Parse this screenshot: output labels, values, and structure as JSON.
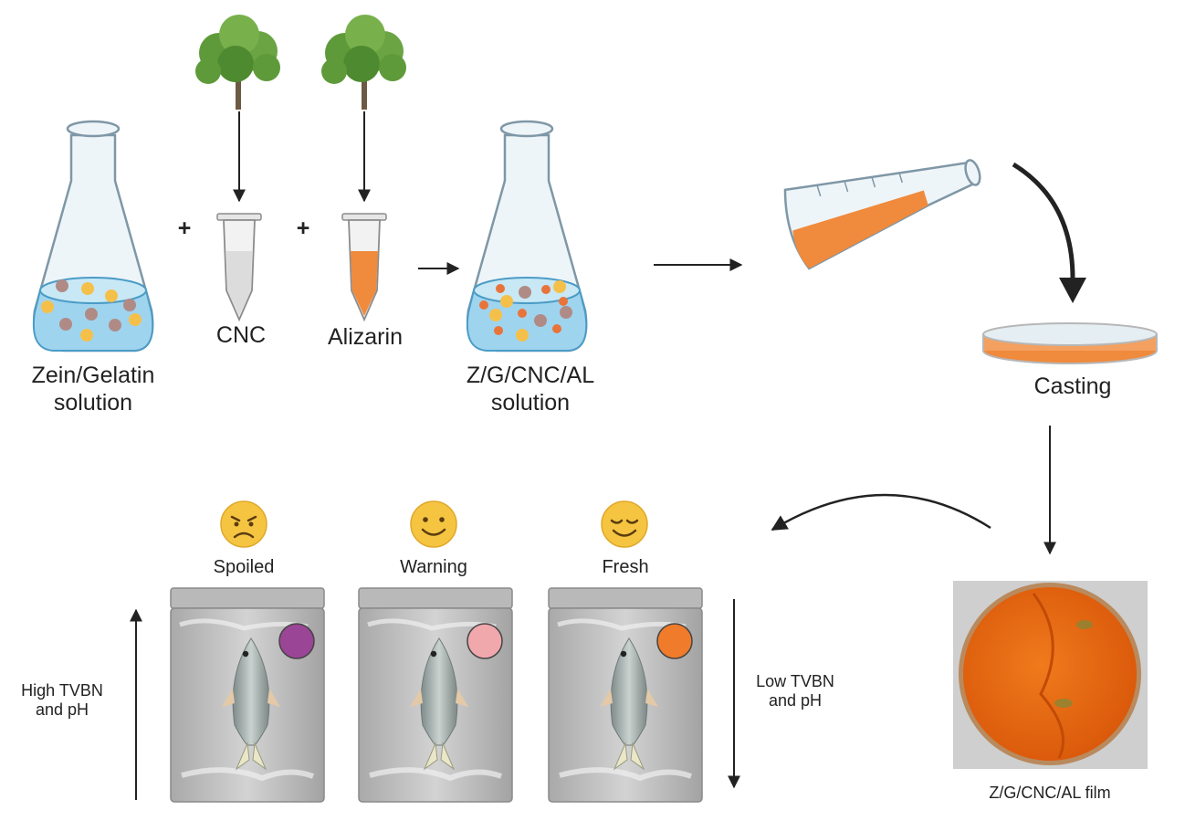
{
  "labels": {
    "zein_gelatin": "Zein/Gelatin\nsolution",
    "cnc": "CNC",
    "alizarin": "Alizarin",
    "zgcnc_solution": "Z/G/CNC/AL\nsolution",
    "casting": "Casting",
    "film": "Z/G/CNC/AL film",
    "spoiled": "Spoiled",
    "warning": "Warning",
    "fresh": "Fresh",
    "high": "High TVBN\nand pH",
    "low": "Low TVBN\nand pH",
    "plus_1": "+",
    "plus_2": "+"
  },
  "colors": {
    "spoiled_indicator": "#9b4596",
    "warning_indicator": "#f0a8ad",
    "fresh_indicator": "#ef7b2b",
    "alizarin_orange": "#f08a3c",
    "film_orange": "#e8640f",
    "emoji_yellow": "#f5c542",
    "glass": "#e8f1f7",
    "liquid_blue": "#9fd4ef"
  }
}
